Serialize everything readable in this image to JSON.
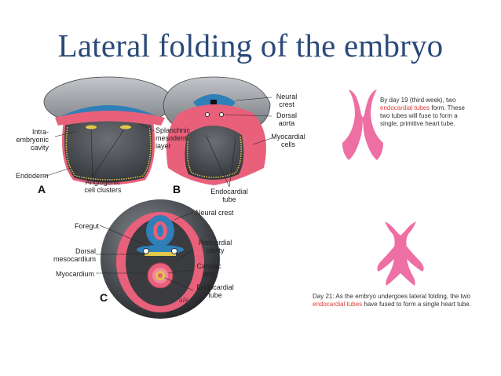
{
  "title": "Lateral folding of the embryo",
  "figure": {
    "panel_a": {
      "letter": "A",
      "labels": {
        "intraembryonic": "Intra-\nembryonic\ncavity",
        "splanchnic": "Splanchnic\nmesoderm\nlayer",
        "endoderm": "Endoderm",
        "angiogenic": "Angiogenic\ncell clusters"
      }
    },
    "panel_b": {
      "letter": "B",
      "labels": {
        "neural_crest": "Neural\ncrest",
        "dorsal_aorta": "Dorsal\naorta",
        "myocardial": "Myocardial\ncells",
        "endocardial": "Endocardial\ntube"
      }
    },
    "panel_c": {
      "letter": "C",
      "labels": {
        "neural_crest": "Neural crest",
        "foregut": "Foregut",
        "dorsal_meso": "Dorsal\nmesocardium",
        "myocardium": "Myocardium",
        "pericardial": "Pericardial\ncavity",
        "cardiac_jelly": "Cardiac\njelly",
        "endocardial": "Endocardial\ntube"
      },
      "signature": "ale R"
    }
  },
  "notes": {
    "day19": {
      "before": "By day 19 (third week), two ",
      "highlight": "endocardial tubes",
      "after": " form. These two tubes will fuse to form a single, primitive heart tube."
    },
    "day21": {
      "before": "Day 21: As the embryo undergoes lateral folding, the two ",
      "highlight": "endocardial tubes",
      "after": " have fused to form a single heart tube."
    }
  },
  "colors": {
    "title": "#2a4a78",
    "tissue_pink": "#e8607a",
    "neural_blue": "#2f7fb8",
    "heart_tube": "#ee6fa3",
    "highlight_red": "#e0403a"
  }
}
